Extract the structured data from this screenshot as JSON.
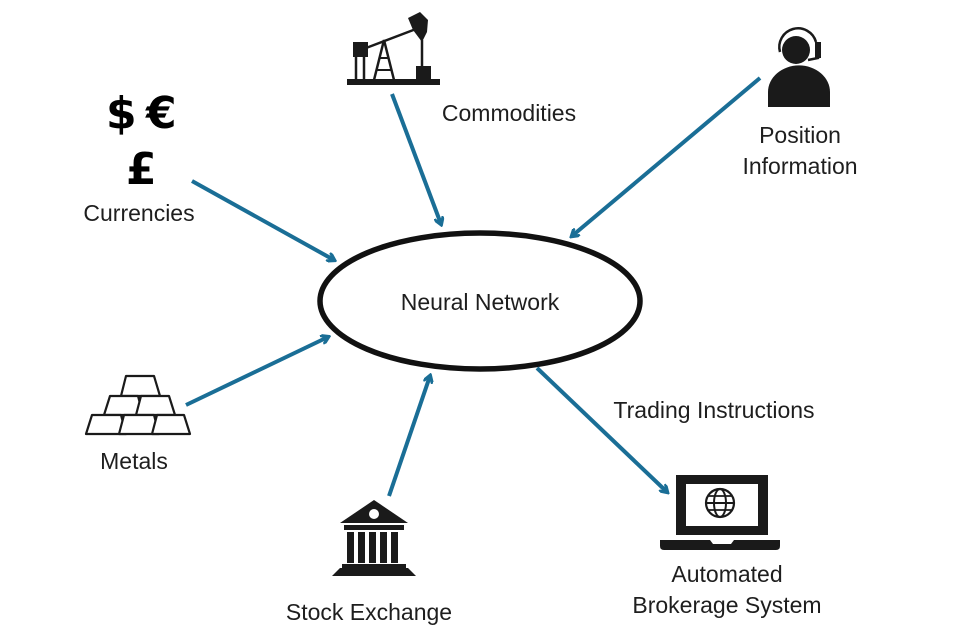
{
  "diagram": {
    "center": {
      "label": "Neural Network"
    },
    "nodes": [
      {
        "id": "currencies",
        "label": "Currencies",
        "icon": "currency-symbols-icon",
        "symbols": [
          "$",
          "€",
          "£"
        ],
        "direction": "input"
      },
      {
        "id": "commodities",
        "label": "Commodities",
        "icon": "oil-pump-icon",
        "direction": "input"
      },
      {
        "id": "position",
        "label_lines": [
          "Position",
          "Information"
        ],
        "icon": "headset-operator-icon",
        "direction": "input"
      },
      {
        "id": "metals",
        "label": "Metals",
        "icon": "gold-bars-icon",
        "direction": "input"
      },
      {
        "id": "stock",
        "label": "Stock Exchange",
        "icon": "bank-building-icon",
        "direction": "input"
      },
      {
        "id": "brokerage",
        "label_lines": [
          "Automated",
          "Brokerage System"
        ],
        "icon": "laptop-globe-icon",
        "direction": "output"
      }
    ],
    "edge_labels": {
      "trading": "Trading Instructions"
    },
    "colors": {
      "arrow": "#1a6e96",
      "icon": "#1a1a1a",
      "ellipse_stroke": "#111111"
    }
  }
}
